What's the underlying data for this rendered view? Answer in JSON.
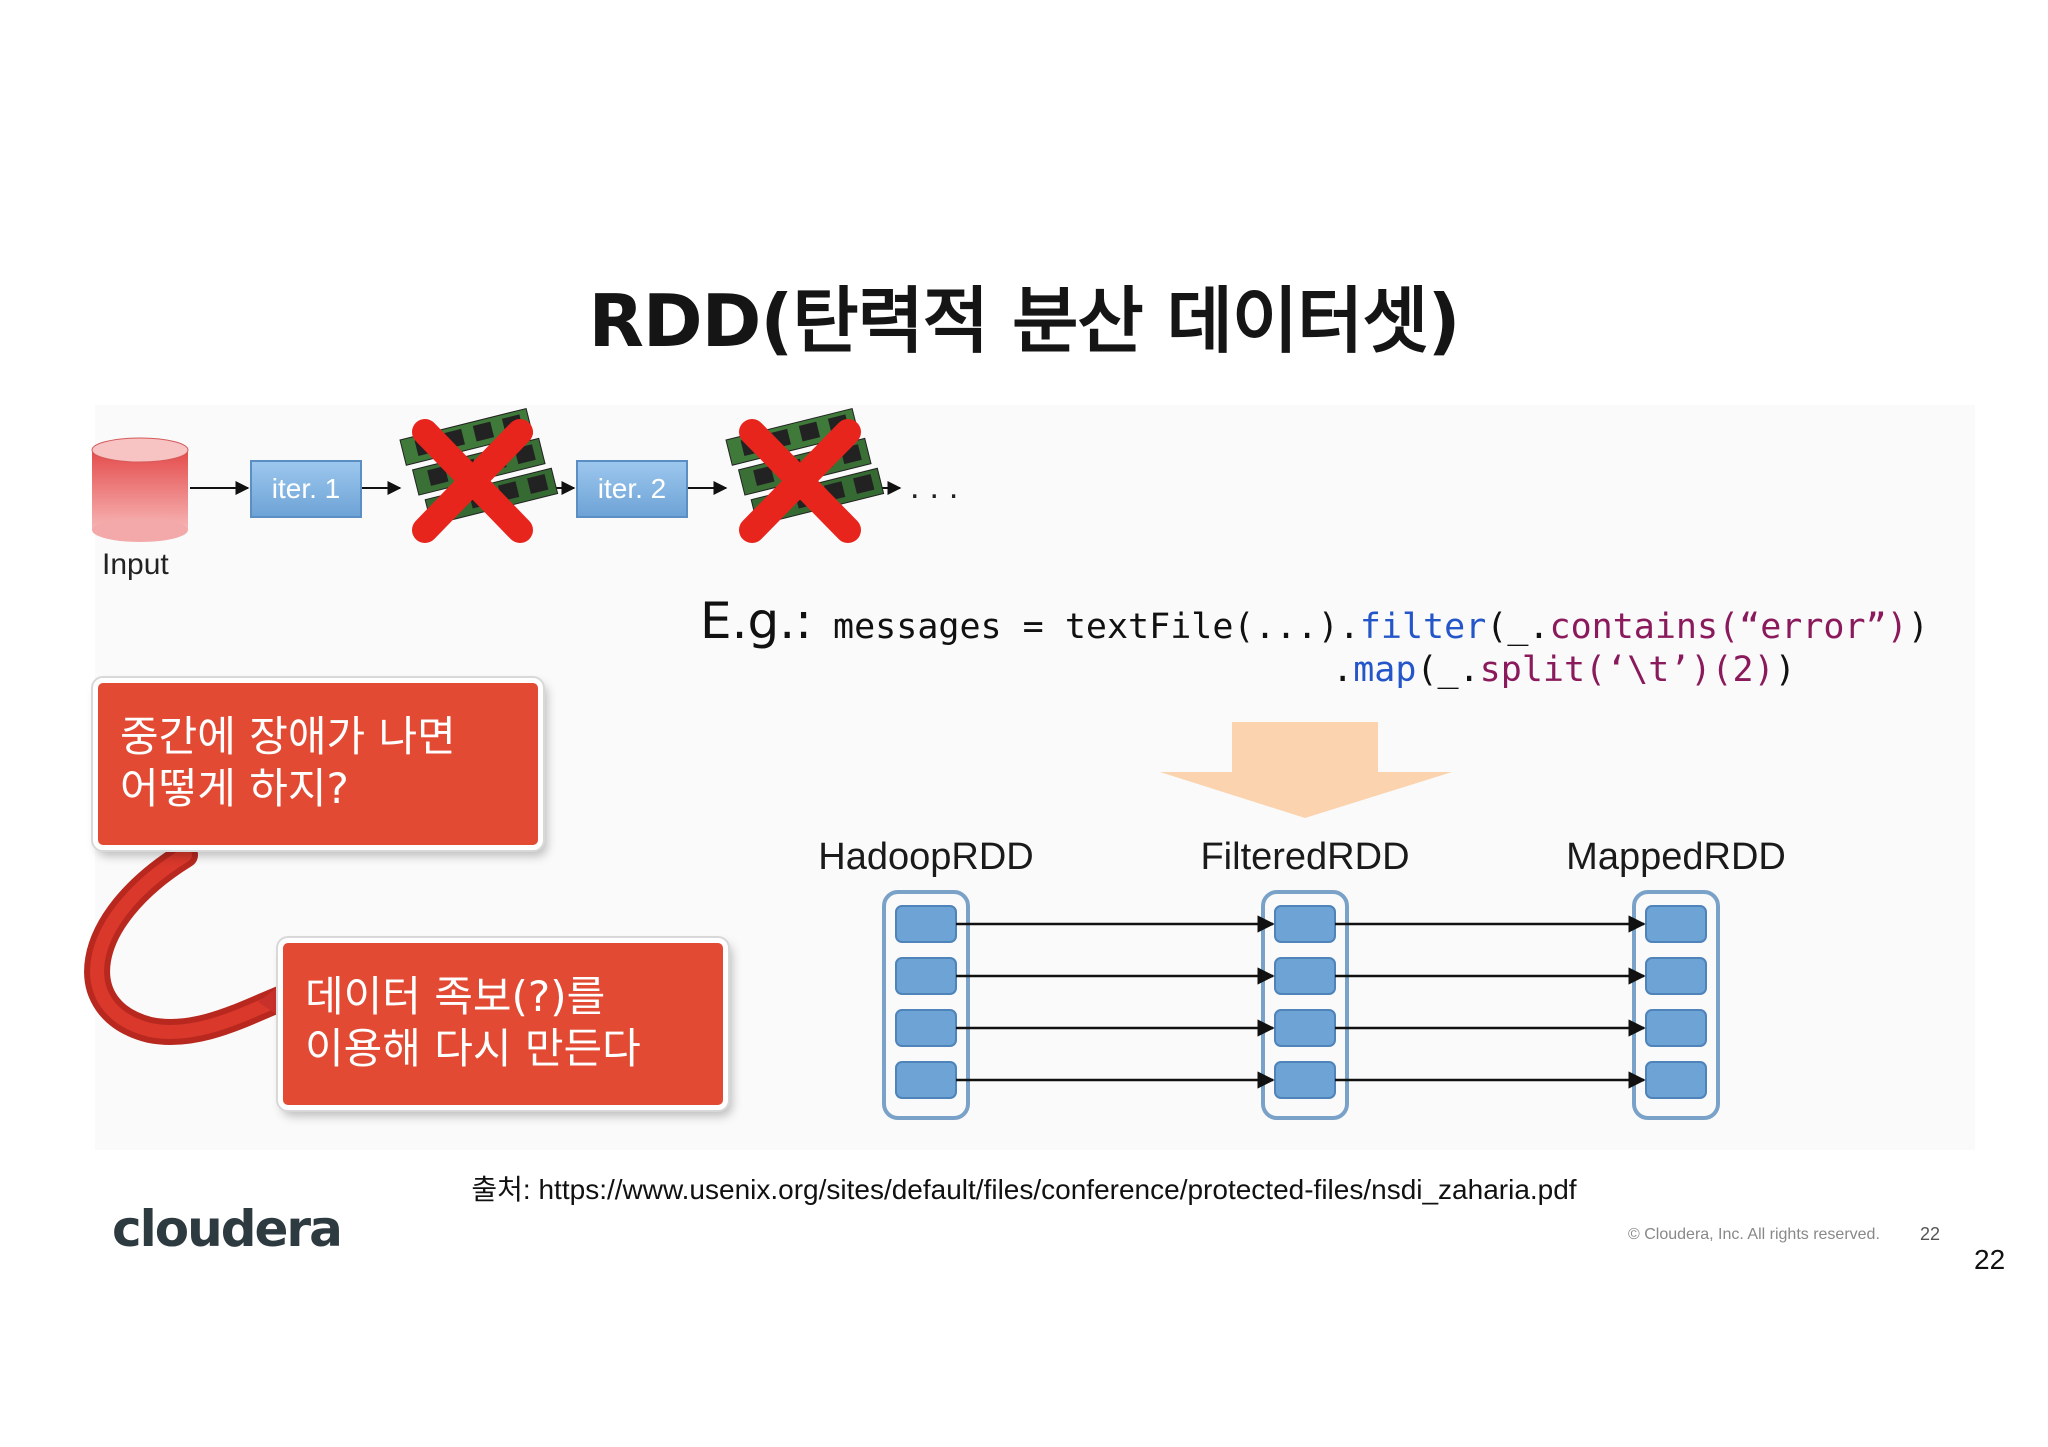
{
  "title": "RDD(탄력적 분산 데이터셋)",
  "input_label": "Input",
  "iter1_label": "iter. 1",
  "iter2_label": "iter. 2",
  "ellipsis": "...",
  "callout_failure": {
    "line1": "중간에 장애가 나면",
    "line2": "어떻게 하지?"
  },
  "callout_lineage": {
    "line1": "데이터 족보(?)를",
    "line2": "이용해 다시 만든다"
  },
  "code": {
    "prefix": "E.g.:",
    "line1_plain": " messages = textFile(...).",
    "line1_kw": "filter",
    "line1_rest_a": "(_.",
    "line1_str": "contains(“error”)",
    "line1_rest_b": ")",
    "line2_dot": ".",
    "line2_kw": "map",
    "line2_rest_a": "(_.",
    "line2_str": "split(‘\\t’)(2)",
    "line2_rest_b": ")"
  },
  "rdd_labels": [
    "HadoopRDD",
    "FilteredRDD",
    "MappedRDD"
  ],
  "source": "출처: https://www.usenix.org/sites/default/files/conference/protected-files/nsdi_zaharia.pdf",
  "logo": "cloudera",
  "copyright": "© Cloudera, Inc. All rights reserved.",
  "page_number_small": "22",
  "page_number": "22",
  "colors": {
    "callout": "#e24a33",
    "partition": "#6ea3d6",
    "arrow_down": "#fbd3ae",
    "cylinder": "#e85a5a",
    "cross": "#e8251c"
  }
}
